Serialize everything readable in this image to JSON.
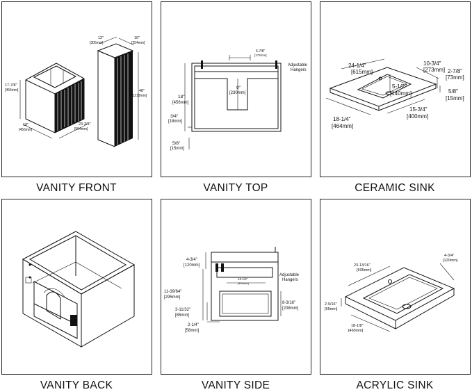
{
  "captions": {
    "vanity_front": "VANITY FRONT",
    "vanity_top": "VANITY TOP",
    "ceramic_sink": "CERAMIC SINK",
    "vanity_back": "VANITY BACK",
    "vanity_side": "VANITY SIDE",
    "acrylic_sink": "ACRYLIC SINK"
  },
  "vanity_front": {
    "dim_12": "12\"",
    "dim_12_mm": "[305mm]",
    "dim_10": "10\"",
    "dim_10_mm": "[254mm]",
    "dim_17": "17-7/8\"",
    "dim_17_mm": "[455mm]",
    "dim_48": "48\"",
    "dim_48_mm": "[1218mm]",
    "dim_18": "18\"",
    "dim_18_mm": "[456mm]",
    "dim_23": "23-3/8\"",
    "dim_23_mm": "[594mm]"
  },
  "vanity_top": {
    "dim_6": "6-7/8\"",
    "dim_6_mm": "[174mm]",
    "hangers": [
      "Adjustable",
      "Hangers"
    ],
    "dim_18": "18\"",
    "dim_18_mm": "[456mm]",
    "dim_9": "9\"",
    "dim_9_mm": "[230mm]",
    "dim_34": "3/4\"",
    "dim_34_mm": "[18mm]",
    "dim_58": "5/8\"",
    "dim_58_mm": "[15mm]"
  },
  "ceramic_sink": {
    "dim_24": "24-1/4\"",
    "dim_24_mm": "[615mm]",
    "dim_10": "10-3/4\"",
    "dim_10_mm": "[273mm]",
    "dim_27": "2-7/8\"",
    "dim_27_mm": "[73mm]",
    "dim_512": "5-1/2\"",
    "dim_512_mm": "[140mm]",
    "dim_58": "5/8\"",
    "dim_58_mm": "[15mm]",
    "dim_15": "15-3/4\"",
    "dim_15_mm": "[400mm]",
    "dim_18": "18-1/4\"",
    "dim_18_mm": "[464mm]"
  },
  "vanity_side": {
    "dim_434": "4-3/4\"",
    "dim_434_mm": "[120mm]",
    "hangers": [
      "Adjustable",
      "Hangers"
    ],
    "dim_13": "13-1/2\"",
    "dim_13_mm": "[343mm]",
    "dim_11": "11-39/64\"",
    "dim_11_mm": "[295mm]",
    "dim_3": "3-11/32\"",
    "dim_3_mm": "[85mm]",
    "dim_8": "8-3/16\"",
    "dim_8_mm": "[208mm]",
    "dim_2": "2-1/4\"",
    "dim_2_mm": "[58mm]"
  },
  "acrylic_sink": {
    "dim_23": "23-13/16\"",
    "dim_23_mm": "[605mm]",
    "dim_434": "4-3/4\"",
    "dim_434_mm": "[120mm]",
    "dim_2": "2-9/16\"",
    "dim_2_mm": "[65mm]",
    "dim_18": "18-1/8\"",
    "dim_18_mm": "[460mm]"
  }
}
